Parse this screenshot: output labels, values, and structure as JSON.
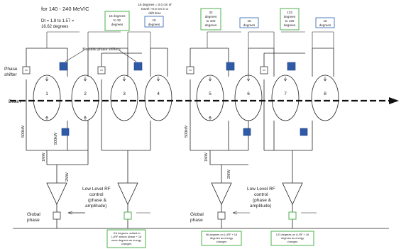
{
  "header": {
    "energy_range": "for 140 - 240 MeV/C",
    "dt_line1": "Dt = 1.8 to 1.57 =",
    "dt_line2": "16.62 degrees"
  },
  "top_notes": [
    {
      "lines": [
        "16 degrees",
        "to 32",
        "degrees"
      ],
      "color": "green"
    },
    {
      "lines": [
        "16 degrees = 0.0 cm of",
        "travel +0.0 cm in a",
        "drift time"
      ],
      "color": "none"
    },
    {
      "lines": [
        "16",
        "degrees"
      ],
      "color": "blue"
    },
    {
      "lines": [
        "32",
        "degrees",
        "to 100",
        "degrees"
      ],
      "color": "green"
    },
    {
      "lines": [
        "16",
        "degrees"
      ],
      "color": "blue"
    },
    {
      "lines": [
        "123",
        "degrees",
        "to 130",
        "degrees"
      ],
      "color": "green"
    },
    {
      "lines": [
        "16",
        "degrees"
      ],
      "color": "blue"
    }
  ],
  "labels": {
    "phase_shifter": [
      "Phase",
      "shifter"
    ],
    "movable_shifters": "Movable phase shifters",
    "beam": "Beam",
    "power_500kw": "500kW",
    "power_1mw": "1MW",
    "power_2mw": "2MW",
    "global_phase": [
      "Global",
      "phase"
    ],
    "llrf_control": [
      "Low Level RF",
      "control",
      "(phase &",
      "amplitude)"
    ]
  },
  "cavities": [
    "1",
    "2",
    "3",
    "4",
    "5",
    "6",
    "7",
    "8"
  ],
  "bottom_notes": [
    {
      "lines": [
        "+16 degrees, added to",
        "LLRF station phase + 16",
        "more degrees as energy",
        "changes"
      ]
    },
    {
      "lines": [
        "96 degrees on LLRF + 16",
        "degrees as energy",
        "changes"
      ]
    },
    {
      "lines": [
        "123 degrees on LLRF + 16",
        "degrees as energy",
        "changes"
      ]
    }
  ],
  "colors": {
    "note_green": "#5cb85c",
    "note_blue": "#3d6fb6",
    "shifter_blue": "#2f5aa8",
    "line": "#222222"
  }
}
